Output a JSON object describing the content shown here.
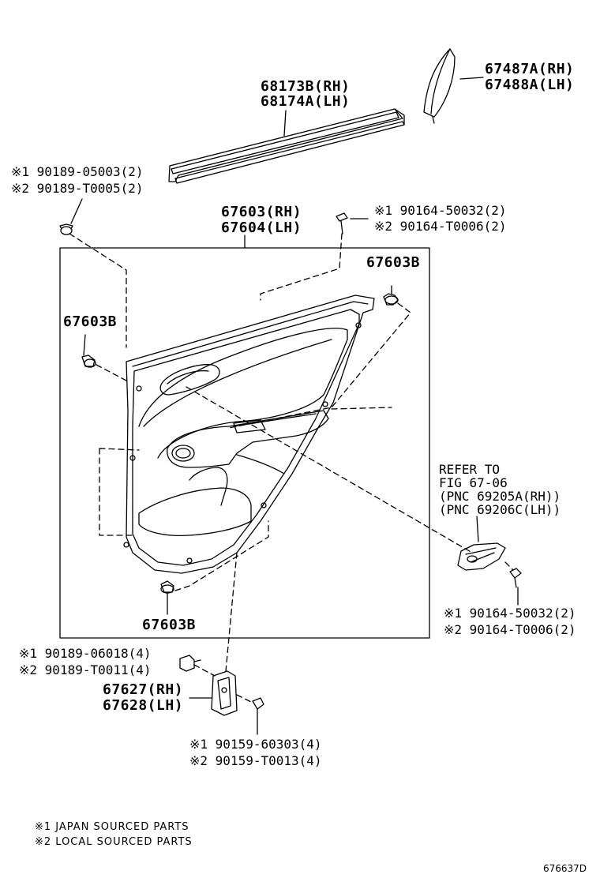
{
  "parts": {
    "belt_moulding": {
      "line1": "68173B(RH)",
      "line2": "68174A(LH)"
    },
    "cover": {
      "line1": "67487A(RH)",
      "line2": "67488A(LH)"
    },
    "clip_top_left": {
      "line1": "※1 90189-05003(2)",
      "line2": "※2 90189-T0005(2)"
    },
    "door_trim": {
      "line1": "67603(RH)",
      "line2": "67604(LH)"
    },
    "screw_top": {
      "line1": "※1 90164-50032(2)",
      "line2": "※2 90164-T0006(2)"
    },
    "clip_a": "67603B",
    "clip_b": "67603B",
    "clip_c": "67603B",
    "refer": {
      "line1": "REFER TO",
      "line2": "FIG 67-06",
      "line3": "(PNC 69205A(RH))",
      "line4": "(PNC 69206C(LH))"
    },
    "screw_right": {
      "line1": "※1 90164-50032(2)",
      "line2": "※2 90164-T0006(2)"
    },
    "nut_left": {
      "line1": "※1 90189-06018(4)",
      "line2": "※2 90189-T0011(4)"
    },
    "bracket": {
      "line1": "67627(RH)",
      "line2": "67628(LH)"
    },
    "screw_bottom": {
      "line1": "※1 90159-60303(4)",
      "line2": "※2 90159-T0013(4)"
    }
  },
  "notes": {
    "line1": "※1 JAPAN SOURCED PARTS",
    "line2": "※2 LOCAL SOURCED PARTS"
  },
  "diagram_code": "676637D"
}
